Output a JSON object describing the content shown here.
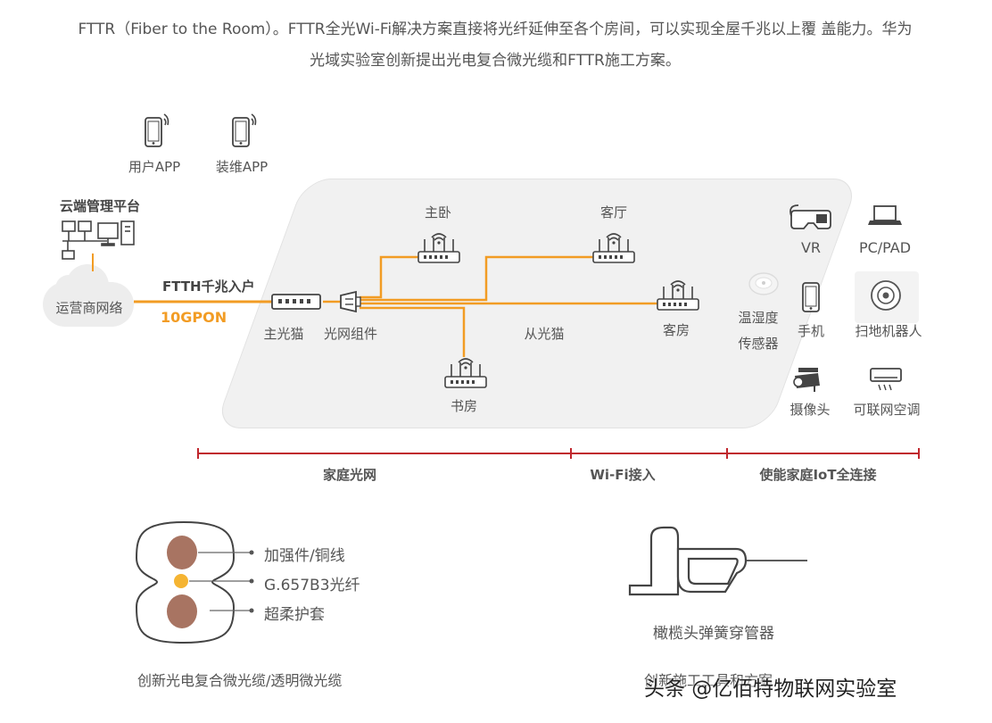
{
  "intro": {
    "line1": "FTTR（Fiber to the Room）。FTTR全光Wi-Fi解决方案直接将光纤延伸至各个房间，可以实现全屋千兆以上覆 盖能力。华为",
    "line2": "光域实验室创新提出光电复合微光缆和FTTR施工方案。"
  },
  "apps": {
    "user_app": "用户APP",
    "maint_app": "装维APP"
  },
  "cloud": {
    "platform_label": "云端管理平台",
    "operator_label": "运营商网络"
  },
  "link": {
    "ftth_label": "FTTH千兆入户",
    "gpon_label": "10GPON"
  },
  "devices": {
    "main_modem": "主光猫",
    "optical_component": "光网组件",
    "master_bedroom": "主卧",
    "living_room_top": "客厅",
    "guest_room": "客房",
    "study": "书房",
    "slave_modem": "从光猫"
  },
  "iot": {
    "vr": "VR",
    "pc_pad": "PC/PAD",
    "temp_sensor_line1": "温湿度",
    "temp_sensor_line2": "传感器",
    "phone": "手机",
    "robot": "扫地机器人",
    "camera": "摄像头",
    "aircon": "可联网空调"
  },
  "segments": {
    "home_optical": "家庭光网",
    "wifi_access": "Wi-Fi接入",
    "iot_connect": "使能家庭IoT全连接"
  },
  "cable": {
    "strength_member": "加强件/铜线",
    "fiber": "G.657B3光纤",
    "sheath": "超柔护套",
    "caption": "创新光电复合微光缆/透明微光缆"
  },
  "tool": {
    "name": "橄榄头弹簧穿管器",
    "caption": "创新施工工具和方案"
  },
  "watermark": "头条 @亿佰特物联网实验室",
  "colors": {
    "fiber_line": "#f29c24",
    "segment_line": "#c0262d",
    "cable_core": "#a87462",
    "fiber_core": "#f5b432"
  }
}
